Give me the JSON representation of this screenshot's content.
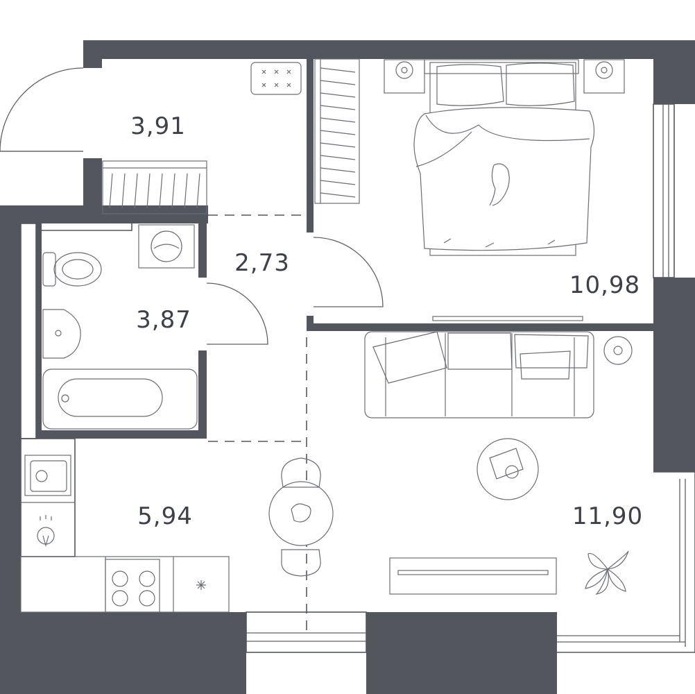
{
  "rooms": [
    {
      "id": "hallway",
      "area": "3,91"
    },
    {
      "id": "corridor",
      "area": "2,73"
    },
    {
      "id": "bathroom",
      "area": "3,87"
    },
    {
      "id": "bedroom",
      "area": "10,98"
    },
    {
      "id": "kitchen",
      "area": "5,94"
    },
    {
      "id": "living-room",
      "area": "11,90"
    }
  ],
  "colors": {
    "wall": "#53565c",
    "line": "#5c5f66",
    "background": "#ffffff"
  },
  "icons": [
    "door-swing-icon",
    "closet-icon",
    "bed-icon",
    "nightstand-lamp-icon",
    "cat-icon",
    "toilet-icon",
    "sink-icon",
    "bathtub-icon",
    "washing-machine-icon",
    "sofa-icon",
    "coffee-table-icon",
    "floor-lamp-icon",
    "tv-stand-icon",
    "plant-icon",
    "dining-table-icon",
    "chair-icon",
    "kitchen-sink-icon",
    "stove-icon",
    "dishwasher-icon"
  ]
}
